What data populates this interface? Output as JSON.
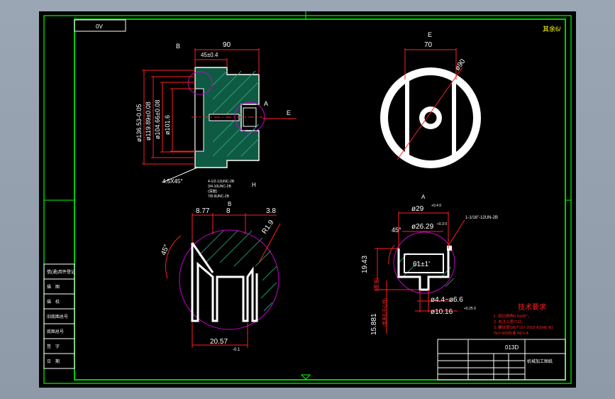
{
  "sheet": {
    "code_box": "0V",
    "corner_mark": "其余6/",
    "title_block_code": "013D",
    "title_block_name": "机械加工图纸"
  },
  "side_labels": [
    "借(通)用件登记",
    "描　图",
    "描　校",
    "旧底图总号",
    "底图总号",
    "签　字",
    "日　期"
  ],
  "front_view": {
    "label_b": "B",
    "label_a": "A",
    "label_e": "E",
    "label_h": "H",
    "dim_90": "90",
    "dim_45": "45±0.4",
    "dim_136": "ø136.53-0.05",
    "dim_119": "ø119.89±0.08",
    "dim_104": "ø104.66±0.08",
    "dim_101": "ø101.6",
    "chamfer": "4.5X45°",
    "note_lines": [
      "4-1/2-13UNC-2B",
      "3/4-10UNC-2B",
      "(深度)",
      "7/8-9UNC-2B"
    ]
  },
  "top_view": {
    "label_e": "E",
    "dim_70": "70",
    "dim_90": "ø90"
  },
  "section_b": {
    "label": "B",
    "dim_877": "8.77",
    "dim_8": "8",
    "dim_38": "3.8",
    "dim_r19": "R1.9",
    "dim_45deg": "45°",
    "dim_2057": "20.57",
    "dim_2057_tol": "-0.1"
  },
  "section_a": {
    "label": "A",
    "dim_29": "ø29",
    "dim_29_tol": "+0.4 0",
    "dim_2629": "ø26.29",
    "dim_2629_tol": "+0.3 0",
    "dim_45deg": "45°",
    "dim_61": "61±1'",
    "dim_1943": "19.43",
    "dim_15881": "15.881",
    "dim_44": "ø4.4~ø6.6",
    "dim_1016": "ø10.16",
    "dim_1016_tol": "+0.25 0",
    "callout": "1-1/16\"-12UN-2B",
    "vertical_note": "(基准)",
    "vertical_note2": "(基准孔中心线)"
  },
  "tech_req": {
    "title": "技术要求",
    "lines": [
      "1. 锐边倒角0.5X45°。",
      "2. 未注公差IT12。",
      "3. 螺纹按GB/T197-2003 ASME-B1",
      "   ISO-965标准 REV.A"
    ]
  },
  "colors": {
    "background": "#000000",
    "border": "#00ff00",
    "line": "#ffffff",
    "dimension": "#ff2020",
    "hatch": "#1e8f6a",
    "circle": "#cc00cc",
    "text_note": "#ffff00"
  }
}
